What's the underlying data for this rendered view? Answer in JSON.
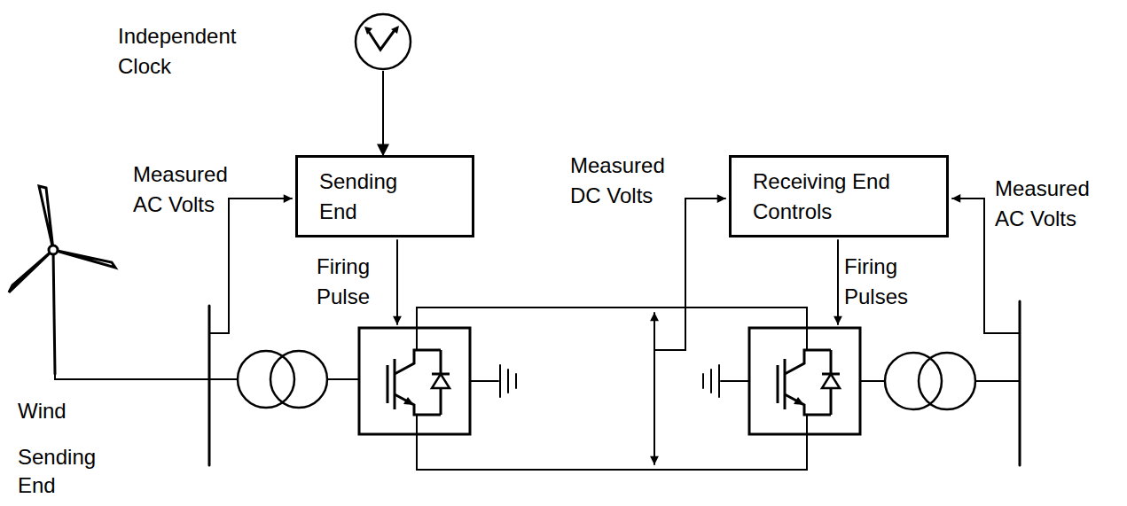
{
  "diagram": {
    "nodes": [
      {
        "text": [
          "Independent Clock"
        ]
      },
      {
        "text": [
          "Sending End"
        ]
      },
      {
        "text": [
          "Receiving End Controls"
        ]
      }
    ],
    "edges": [
      {
        "from": 0,
        "to": 1,
        "arrow": "to"
      }
    ],
    "labels": [
      "Measured AC Volts",
      "Firing Pulse",
      "Measured DC Volts",
      "Firing Pulses",
      "Measured AC Volts",
      "Wind",
      "Sending End"
    ]
  }
}
